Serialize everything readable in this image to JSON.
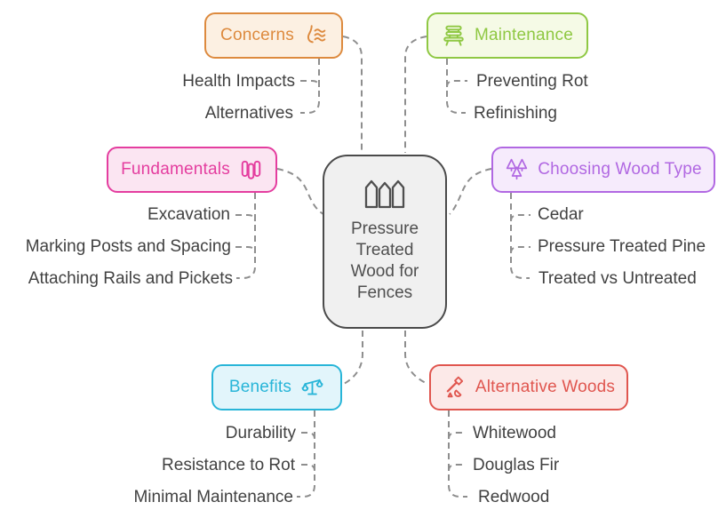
{
  "diagram": {
    "title": "Pressure Treated Wood for Fences mind map",
    "connector_color": "#8e8e8e",
    "child_text_color": "#414141",
    "center": {
      "label": "Pressure Treated Wood for Fences",
      "icon": "fence-icon",
      "border_color": "#4a4a4a",
      "bg": "#f0f0f0",
      "text_color": "#4f4f4f"
    },
    "branches": [
      {
        "id": "concerns",
        "label": "Concerns",
        "icon": "smell-icon",
        "color": "#dd8a3e",
        "bg": "#fcf0e2",
        "children": [
          "Health Impacts",
          "Alternatives"
        ]
      },
      {
        "id": "maintenance",
        "label": "Maintenance",
        "icon": "bench-icon",
        "color": "#8fc843",
        "bg": "#f5fae6",
        "children": [
          "Preventing Rot",
          "Refinishing"
        ]
      },
      {
        "id": "fundamentals",
        "label": "Fundamentals",
        "icon": "fence-pickets-icon",
        "color": "#e43d9f",
        "bg": "#fbe5f2",
        "children": [
          "Excavation",
          "Marking Posts and Spacing",
          "Attaching Rails and Pickets"
        ]
      },
      {
        "id": "choosing-wood-type",
        "label": "Choosing Wood Type",
        "icon": "trees-icon",
        "color": "#b168e2",
        "bg": "#f6ebfc",
        "children": [
          "Cedar",
          "Pressure Treated Pine",
          "Treated vs Untreated"
        ]
      },
      {
        "id": "benefits",
        "label": "Benefits",
        "icon": "scale-icon",
        "color": "#28b5d8",
        "bg": "#e2f5fb",
        "children": [
          "Durability",
          "Resistance to Rot",
          "Minimal Maintenance"
        ]
      },
      {
        "id": "alternative-woods",
        "label": "Alternative Woods",
        "icon": "axe-icon",
        "color": "#e0564f",
        "bg": "#fce9e8",
        "children": [
          "Whitewood",
          "Douglas Fir",
          "Redwood"
        ]
      }
    ]
  }
}
